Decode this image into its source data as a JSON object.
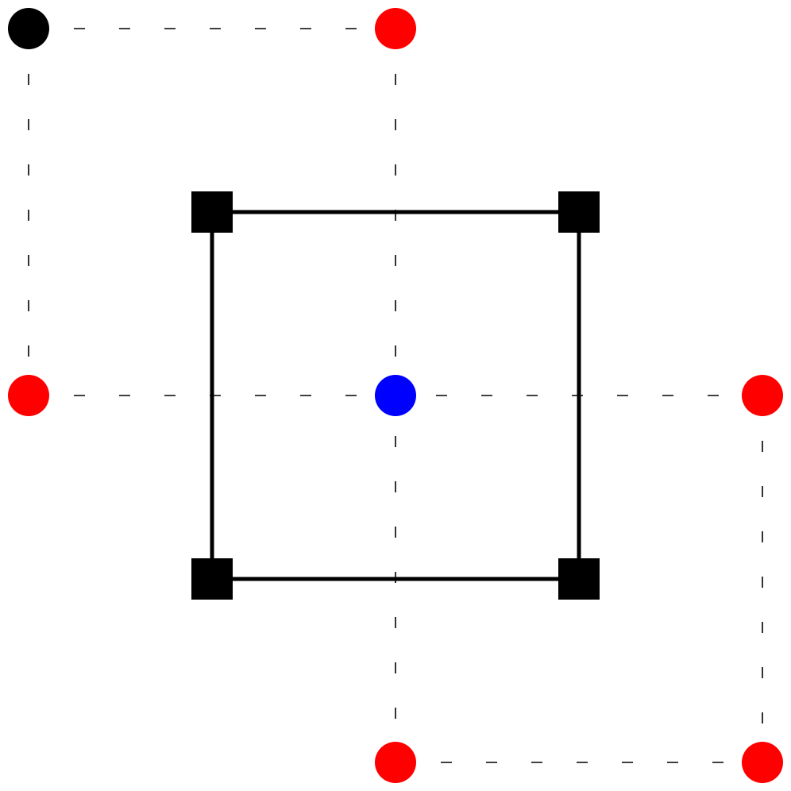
{
  "diagram": {
    "colors": {
      "corner_node": "#000000",
      "outer_node": "#ff0000",
      "center_node": "#0000ff",
      "square_marker": "#000000",
      "square_edge": "#000000",
      "dashed_edge": "#000000"
    },
    "circle_nodes": [
      {
        "id": "corner-top-left",
        "role": "corner_node"
      },
      {
        "id": "top-middle",
        "role": "outer_node"
      },
      {
        "id": "middle-left",
        "role": "outer_node"
      },
      {
        "id": "center",
        "role": "center_node"
      },
      {
        "id": "middle-right",
        "role": "outer_node"
      },
      {
        "id": "bottom-middle",
        "role": "outer_node"
      },
      {
        "id": "bottom-right",
        "role": "outer_node"
      }
    ],
    "square_nodes": [
      {
        "id": "square-top-left"
      },
      {
        "id": "square-top-right"
      },
      {
        "id": "square-bottom-right"
      },
      {
        "id": "square-bottom-left"
      }
    ],
    "edge_styles": {
      "square": "solid",
      "grid": "dashed"
    }
  }
}
